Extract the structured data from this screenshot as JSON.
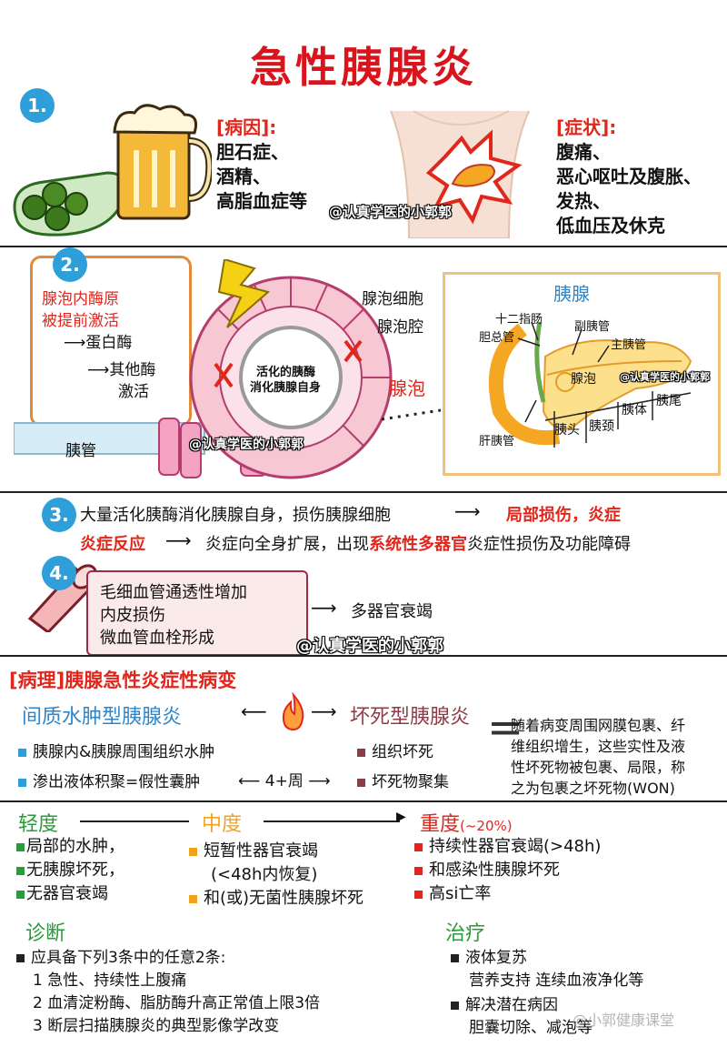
{
  "title": "急性胰腺炎",
  "sec1": {
    "num": "1.",
    "cause_head": "[病因]:",
    "causes": [
      "胆石症、",
      "酒精、",
      "高脂血症等"
    ],
    "symptom_head": "[症状]:",
    "symptoms": [
      "腹痛、",
      "恶心呕吐及腹胀、",
      "发热、",
      "低血压及休克"
    ],
    "watermark": "@认真学医的小郭郭"
  },
  "sec2": {
    "num": "2.",
    "box_red": [
      "腺泡内酶原",
      "被提前激活"
    ],
    "box_items": [
      "蛋白酶",
      "其他酶",
      "激活"
    ],
    "center_label": [
      "活化的胰酶",
      "消化胰腺自身"
    ],
    "cell_label": "腺泡细胞",
    "cavity_label": "腺泡腔",
    "acinus_label": "腺泡",
    "duct_label": "胰管",
    "watermark": "@认真学医的小郭郭",
    "pancreas": {
      "title": "胰腺",
      "duodenum": "十二指肠",
      "common_bile_duct": "胆总管",
      "accessory_duct": "副胰管",
      "main_duct": "主胰管",
      "acinus": "腺泡",
      "hepatopancreatic_duct": "肝胰管",
      "head": "胰头",
      "neck": "胰颈",
      "body": "胰体",
      "tail": "胰尾",
      "watermark": "@认真学医的小郭郭"
    }
  },
  "sec3": {
    "num": "3.",
    "line1": "大量活化胰酶消化胰腺自身，损伤胰腺细胞",
    "line1_result": "局部损伤，炎症",
    "line2_red": "炎症反应",
    "line2_a": "炎症向全身扩展，出现",
    "line2_red2": "系统性多器官",
    "line2_b": "炎症性损伤及功能障碍"
  },
  "sec4": {
    "num": "4.",
    "items": [
      "毛细血管通透性增加",
      "内皮损伤",
      "微血管血栓形成"
    ],
    "result": "多器官衰竭",
    "watermark": "@认真学医的小郭郭"
  },
  "pathology": {
    "head": "[病理]胰腺急性炎症性病变",
    "left_type": "间质水肿型胰腺炎",
    "right_type": "坏死型胰腺炎",
    "left_items": [
      "胰腺内&胰腺周围组织水肿",
      "渗出液体积聚=假性囊肿"
    ],
    "weeks": "4+周",
    "right_items": [
      "组织坏死",
      "坏死物聚集"
    ],
    "note": [
      "随着病变周围网膜包裹、纤",
      "维组织增生，这些实性及液",
      "性坏死物被包裹、局限，称",
      "之为包裹之坏死物(WON)"
    ]
  },
  "severity": {
    "mild": "轻度",
    "moderate": "中度",
    "severe": "重度",
    "severe_pct": "(~20%)",
    "mild_items": [
      "局部的水肿，",
      "无胰腺坏死，",
      "无器官衰竭"
    ],
    "moderate_items": [
      "短暂性器官衰竭",
      "(<48h内恢复)",
      "和(或)无菌性胰腺坏死"
    ],
    "severe_items": [
      "持续性器官衰竭(>48h)",
      "和感染性胰腺坏死",
      "高si亡率"
    ]
  },
  "diagnosis": {
    "head": "诊断",
    "intro": "应具备下列3条中的任意2条:",
    "items": [
      "1  急性、持续性上腹痛",
      "2  血清淀粉酶、脂肪酶升高正常值上限3倍",
      "3  断层扫描胰腺炎的典型影像学改变"
    ]
  },
  "treatment": {
    "head": "治疗",
    "items": [
      "液体复苏",
      "营养支持  连续血液净化等",
      "解决潜在病因",
      "胆囊切除、减泡等"
    ],
    "watermark": "@小郭健康课堂"
  },
  "colors": {
    "title_red": "#d9141c",
    "blue": "#2e86c9",
    "green": "#2a9a3a",
    "orange": "#f2a11f",
    "red": "#e1261c"
  }
}
